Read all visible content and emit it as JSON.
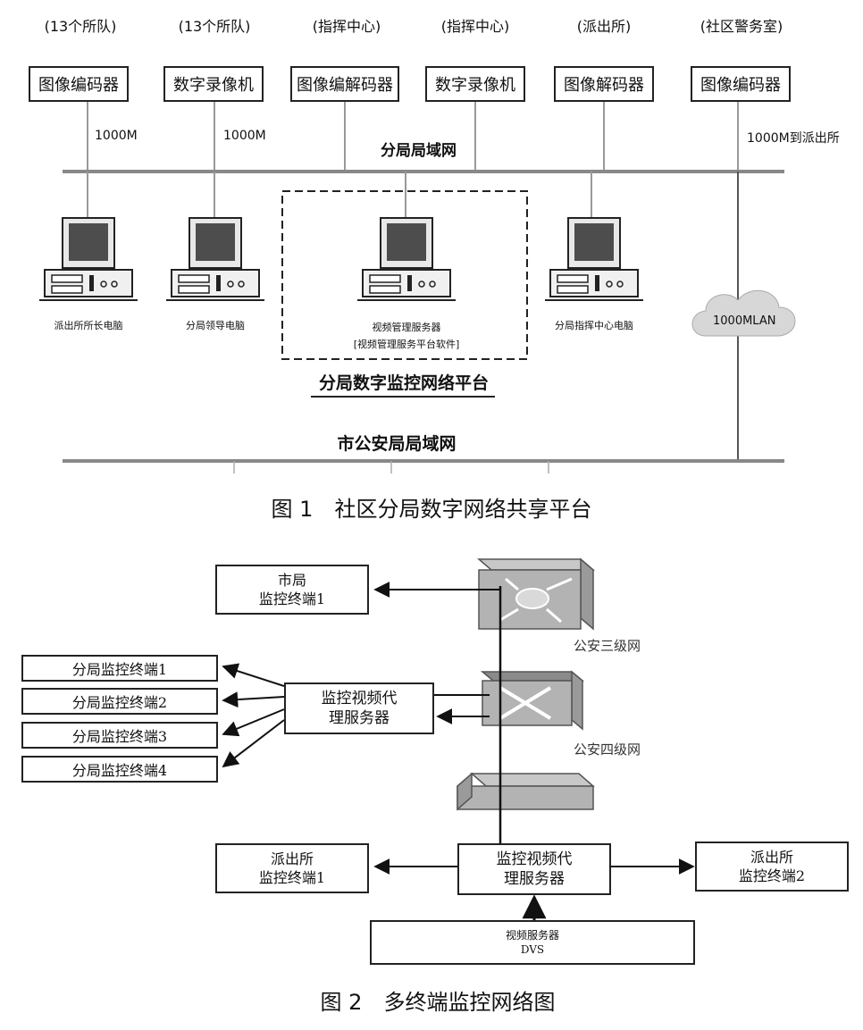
{
  "figure1": {
    "units": [
      {
        "location": "(13个所队)",
        "device": "图像编码器",
        "link": "1000M"
      },
      {
        "location": "(13个所队)",
        "device": "数字录像机",
        "link": "1000M"
      },
      {
        "location": "(指挥中心)",
        "device": "图像编解码器",
        "link": ""
      },
      {
        "location": "(指挥中心)",
        "device": "数字录像机",
        "link": ""
      },
      {
        "location": "(派出所)",
        "device": "图像解码器",
        "link": ""
      },
      {
        "location": "(社区警务室)",
        "device": "图像编码器",
        "link": "1000M到派出所"
      }
    ],
    "lan_label": "分局局域网",
    "computers": [
      {
        "label": "派出所所长电脑"
      },
      {
        "label": "分局领导电脑"
      },
      {
        "label": "视频管理服务器",
        "sub": "[视频管理服务平台软件]"
      },
      {
        "label": "分局指挥中心电脑"
      }
    ],
    "cloud_label": "1000MLAN",
    "platform_label": "分局数字监控网络平台",
    "city_lan_label": "市公安局局域网",
    "caption": "图 1　社区分局数字网络共享平台"
  },
  "figure2": {
    "city_terminal": [
      "市局",
      "监控终端1"
    ],
    "level3_label": "公安三级网",
    "level4_label": "公安四级网",
    "branch_terminals": [
      "分局监控终端1",
      "分局监控终端2",
      "分局监控终端3",
      "分局监控终端4"
    ],
    "proxy_upper": [
      "监控视频代",
      "理服务器"
    ],
    "proxy_lower": [
      "监控视频代",
      "理服务器"
    ],
    "station_terminal_left": [
      "派出所",
      "监控终端1"
    ],
    "station_terminal_right": [
      "派出所",
      "监控终端2"
    ],
    "dvs": [
      "视频服务器",
      "DVS"
    ],
    "caption": "图 2　多终端监控网络图"
  }
}
